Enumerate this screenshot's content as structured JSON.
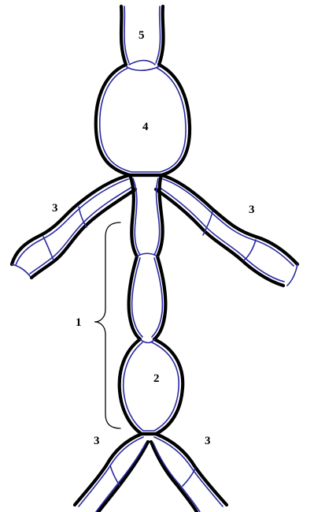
{
  "labels": {
    "top_vessel": "5",
    "upper_bulb": "4",
    "upper_left_branch": "3",
    "upper_right_branch": "3",
    "middle_brace": "1",
    "lower_bulb": "2",
    "lower_left_branch": "3",
    "lower_right_branch": "3"
  },
  "colors": {
    "outline": "#000000",
    "inner_line": "#2a2aa0"
  }
}
